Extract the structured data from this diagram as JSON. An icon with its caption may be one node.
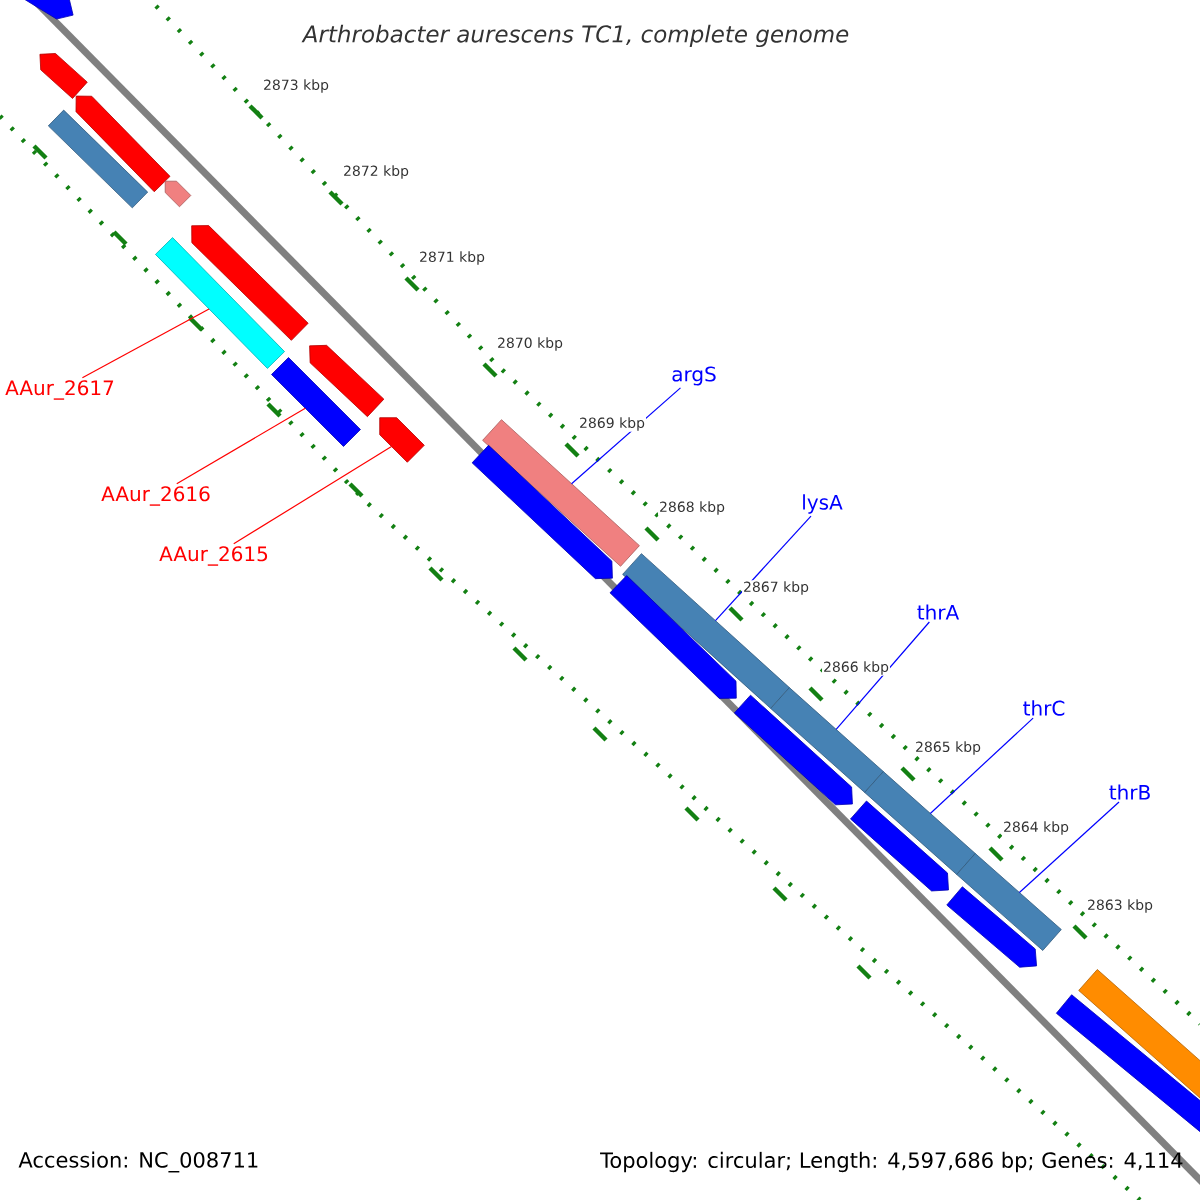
{
  "diagram": {
    "title": "Arthrobacter aurescens TC1, complete genome",
    "nodes": [
      {
        "text": [
          "AAur_2617"
        ]
      },
      {
        "text": [
          "AAur_2616"
        ]
      },
      {
        "text": [
          "AAur_2615"
        ]
      },
      {
        "text": [
          "argS"
        ]
      },
      {
        "text": [
          "lysA"
        ]
      },
      {
        "text": [
          "thrA"
        ]
      },
      {
        "text": [
          "thrC"
        ]
      },
      {
        "text": [
          "thrB"
        ]
      },
      {
        "text": [],
        "shape": "arrow"
      },
      {
        "text": [],
        "shape": "arrow"
      },
      {
        "text": [],
        "shape": "arrow"
      },
      {
        "text": [],
        "shape": "bar"
      },
      {
        "text": [],
        "shape": "arrow"
      },
      {
        "text": [],
        "shape": "arrow"
      },
      {
        "text": [],
        "shape": "bar"
      },
      {
        "text": [],
        "shape": "arrow"
      },
      {
        "text": [],
        "shape": "bar"
      },
      {
        "text": [],
        "shape": "arrow"
      },
      {
        "text": [],
        "shape": "bar"
      },
      {
        "text": [],
        "shape": "arrow"
      },
      {
        "text": [],
        "shape": "bar"
      },
      {
        "text": [],
        "shape": "arrow"
      },
      {
        "text": [],
        "shape": "bar"
      },
      {
        "text": [],
        "shape": "arrow"
      },
      {
        "text": [],
        "shape": "bar"
      },
      {
        "text": [],
        "shape": "arrow"
      },
      {
        "text": [],
        "shape": "bar"
      },
      {
        "text": [],
        "shape": "arrow"
      },
      {
        "text": [],
        "shape": "bar"
      },
      {
        "text": [],
        "shape": "bar"
      }
    ],
    "edges": [
      {
        "from": 0,
        "to": 14,
        "arrow": "none",
        "color": "#ff0000"
      },
      {
        "from": 1,
        "to": 16,
        "arrow": "none",
        "color": "#ff0000"
      },
      {
        "from": 2,
        "to": 17,
        "arrow": "none",
        "color": "#ff0000"
      },
      {
        "from": 3,
        "to": 18,
        "arrow": "none"
      },
      {
        "from": 4,
        "to": 20,
        "arrow": "none"
      },
      {
        "from": 5,
        "to": 22,
        "arrow": "none"
      },
      {
        "from": 6,
        "to": 24,
        "arrow": "none"
      },
      {
        "from": 7,
        "to": 26,
        "arrow": "none"
      }
    ],
    "labels": [
      "2873 kbp",
      "2872 kbp",
      "2871 kbp",
      "2870 kbp",
      "2869 kbp",
      "2868 kbp",
      "2867 kbp",
      "2866 kbp",
      "2865 kbp",
      "2864 kbp",
      "2863 kbp",
      "Accession: NC_008711",
      "Topology: circular; Length: 4,597,686 bp; Genes: 4,114"
    ]
  }
}
